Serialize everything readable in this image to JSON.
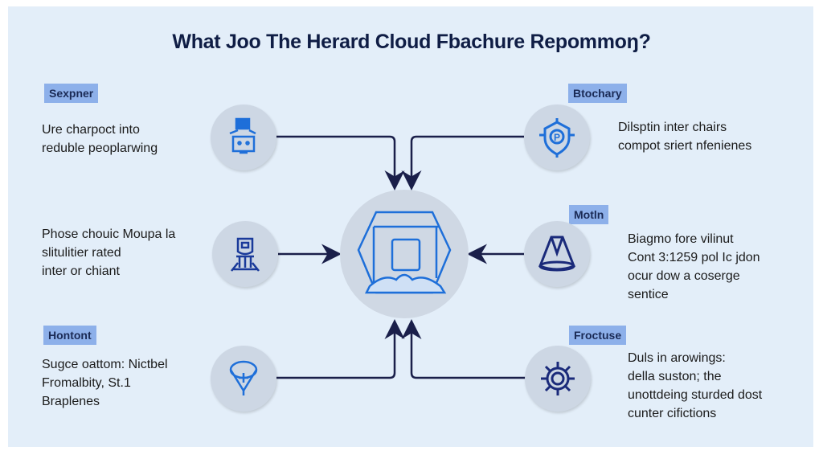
{
  "title": "What Joo The Herard Cloud Fbachure Repommoŋ?",
  "colors": {
    "accent": "#1e6fd9",
    "line": "#1a1f4a",
    "tag": "#8db0ea"
  },
  "left": [
    {
      "tag": "Sexpner",
      "lines": [
        "Ure charpoct into",
        "reduble peoplarwing"
      ],
      "icon": "server-network-icon"
    },
    {
      "tag": "",
      "lines": [
        "Phose chouic Moupa la",
        "slitulitier rated",
        "inter or chiant"
      ],
      "icon": "robot-icon"
    },
    {
      "tag": "Hontont",
      "lines": [
        "Sugce oattom: Nictbel",
        "Fromalbity, St.1",
        "Braplenes"
      ],
      "icon": "balloon-icon"
    }
  ],
  "right": [
    {
      "tag": "Btochary",
      "lines": [
        "Dilsptin inter chairs",
        "compot sriert nfenienes"
      ],
      "icon": "shield-icon"
    },
    {
      "tag": "Motln",
      "lines": [
        "Biagmo fore vilinut",
        "Cont 3:1259 pol Ic jdon",
        "ocur dow a coserge",
        "sentice"
      ],
      "icon": "cone-icon"
    },
    {
      "tag": "Froctuse",
      "lines": [
        "Duls in arowings:",
        "della suston; the",
        "unottdeing sturded dost",
        "cunter cifictions"
      ],
      "icon": "gear-coin-icon"
    }
  ],
  "center": {
    "icon": "cloud-repository-icon"
  }
}
